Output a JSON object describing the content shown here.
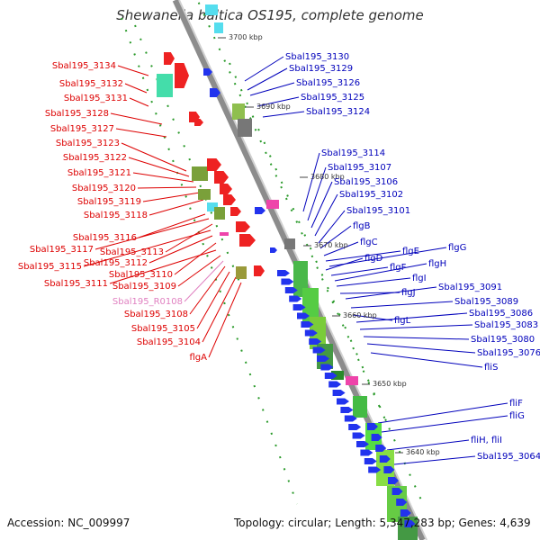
{
  "title": "Shewanella baltica OS195, complete genome",
  "accession": "Accession: NC_009997",
  "summary": "Topology: circular; Length: 5,347,283 bp; Genes: 4,639",
  "colors": {
    "left_label": "#dd0000",
    "right_label": "#0000bb",
    "rna_label": "#e080c0",
    "backbone": "#8c8c8c",
    "tick": "#2a9a2a"
  },
  "scale_labels": [
    "3700 kbp",
    "3690 kbp",
    "3680 kbp",
    "3670 kbp",
    "3660 kbp",
    "3650 kbp",
    "3640 kbp"
  ],
  "left_labels": [
    "Sbal195_3134",
    "Sbal195_3132",
    "Sbal195_3131",
    "Sbal195_3128",
    "Sbal195_3127",
    "Sbal195_3123",
    "Sbal195_3122",
    "Sbal195_3121",
    "Sbal195_3120",
    "Sbal195_3119",
    "Sbal195_3118",
    "Sbal195_3116",
    "Sbal195_3117",
    "Sbal195_3113",
    "Sbal195_3115",
    "Sbal195_3112",
    "Sbal195_3110",
    "Sbal195_3111",
    "Sbal195_3109",
    "Sbal195_R0108",
    "Sbal195_3108",
    "Sbal195_3105",
    "Sbal195_3104",
    "flgA"
  ],
  "right_labels": [
    "Sbal195_3130",
    "Sbal195_3129",
    "Sbal195_3126",
    "Sbal195_3125",
    "Sbal195_3124",
    "Sbal195_3114",
    "Sbal195_3107",
    "Sbal195_3106",
    "Sbal195_3102",
    "Sbal195_3101",
    "flgB",
    "flgC",
    "flgE",
    "flgG",
    "flgD",
    "flgF",
    "flgH",
    "flgI",
    "flgJ",
    "Sbal195_3091",
    "Sbal195_3089",
    "flgL",
    "Sbal195_3086",
    "Sbal195_3083",
    "Sbal195_3080",
    "Sbal195_3076",
    "fliS",
    "fliF",
    "fliG",
    "fliH, fliI",
    "Sbal195_3064"
  ]
}
